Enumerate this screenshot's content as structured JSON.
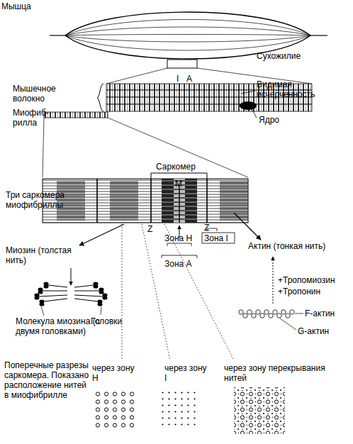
{
  "diagram": {
    "labels": [
      "Мышца",
      "Сухожилие",
      "Мышечное волокно",
      "I",
      "A",
      "Видимая исчерченность",
      "Миофиб- рилла",
      "Ядро",
      "Саркомер",
      "М",
      "Три саркомера миофибриллы",
      "Z",
      "Z",
      "Зона Н",
      "Зона I",
      "Зона А",
      "Миозин (толстая нить)",
      "Актин (тонкая нить)",
      "+Тропомиозин",
      "+Тропонин",
      "Молекула миозина (с двумя головками)",
      "Головки",
      "F-актин",
      "G-актин",
      "Поперечные разрезы саркомера. Показано расположение нитей в миофибрилле",
      "через зону Н",
      "через зону I",
      "через зону перекрывания нитей"
    ]
  }
}
